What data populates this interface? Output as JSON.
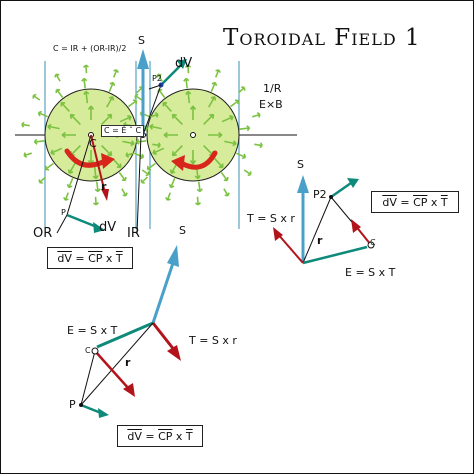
{
  "title": "Toroidal Field 1",
  "formula_c": "C = IR + (OR-IR)/2",
  "labels": {
    "s_top": "S",
    "dV_top": "dV",
    "p2_top": "P2",
    "inv_r": "1/R",
    "exb": "E×B",
    "c_hat": "C = Ê ˆ C",
    "c_left": "C",
    "r_left": "r",
    "p_left": "P",
    "dV_left": "dV",
    "or": "OR",
    "ir": "IR",
    "s_right": "S",
    "p2_right": "P2",
    "t_right": "T = S x r",
    "r_right": "r",
    "c_right": "C",
    "e_right": "E = S x T",
    "s_bottom": "S",
    "e_bottom": "E = S x T",
    "t_bottom": "T = S x r",
    "c_bottom": "C",
    "r_bottom": "r",
    "p_bottom": "P"
  },
  "formula_boxes": [
    {
      "dv": "dV",
      "eq": " = ",
      "cp": "CP",
      "x": " x ",
      "t": "T"
    },
    {
      "dv": "dV",
      "eq": " = ",
      "cp": "CP",
      "x": " x ",
      "t": "T"
    },
    {
      "dv": "dV",
      "eq": " = ",
      "cp": "CP",
      "x": " x ",
      "t": "T"
    }
  ],
  "colors": {
    "circle_fill": "#d7ec9b",
    "field_arrow": "#7cc242",
    "flow_arrow": "#d9261c",
    "s_vector": "#4aa0c8",
    "e_vector": "#0e8a7a",
    "t_vector": "#b3141b",
    "guide_line": "#3b90b8"
  }
}
